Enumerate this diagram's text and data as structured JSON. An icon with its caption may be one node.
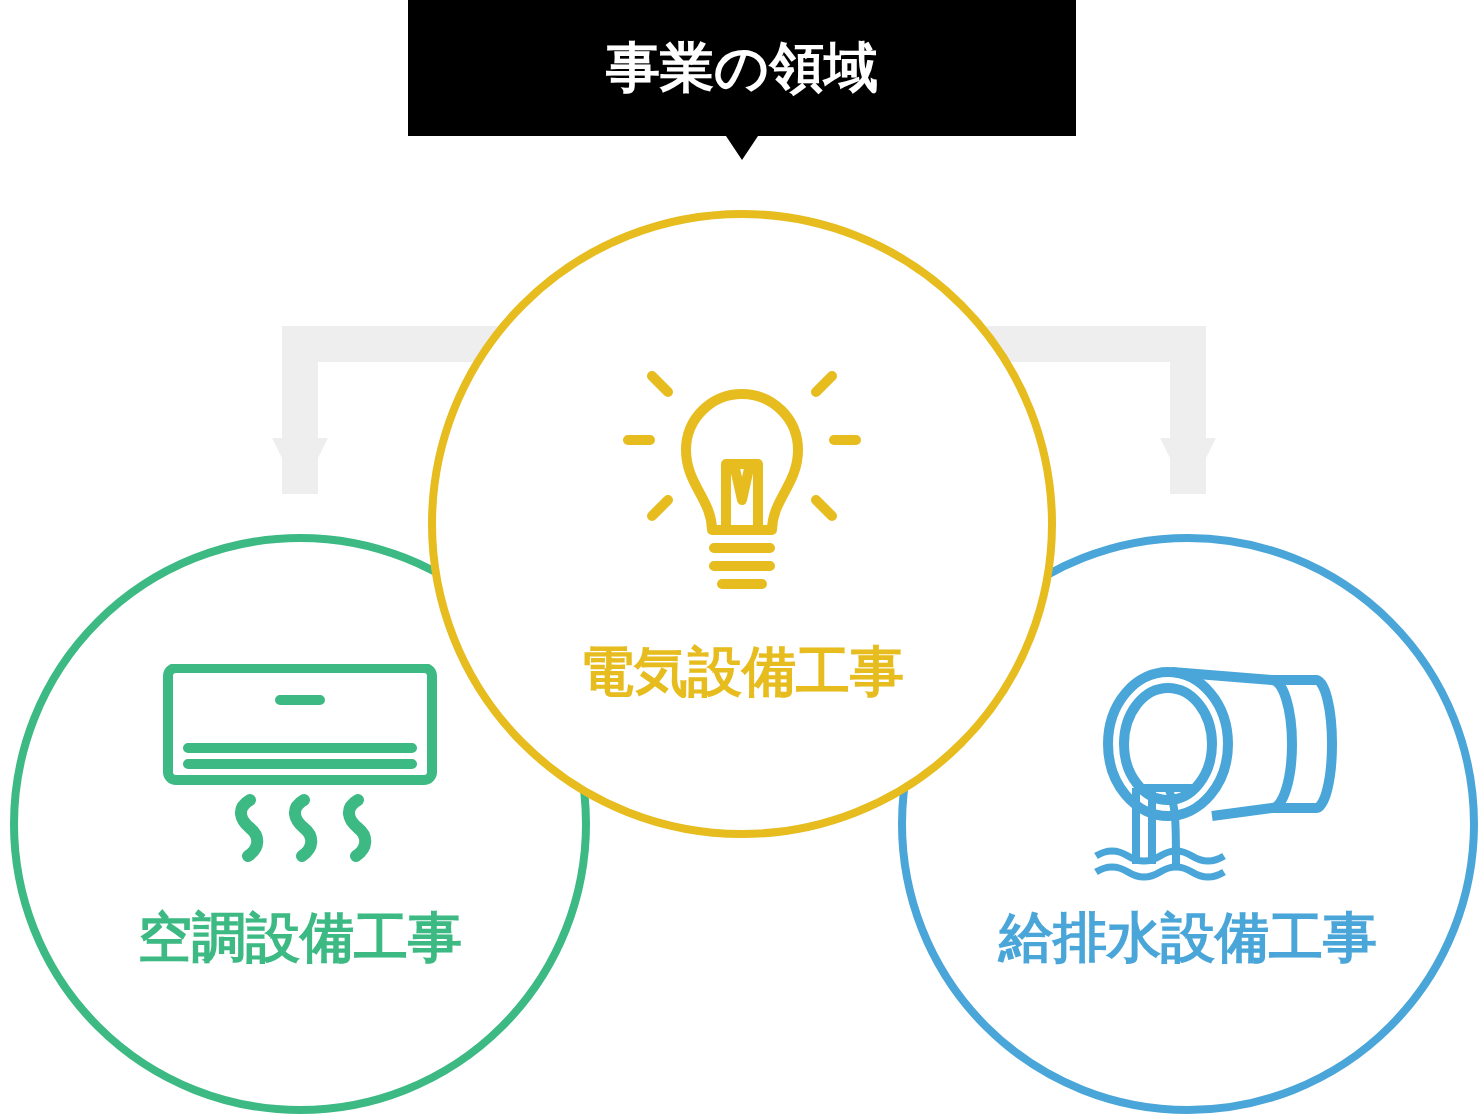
{
  "diagram": {
    "nodes": [
      {
        "text": [
          "事業の領域"
        ]
      },
      {
        "text": [
          "電気設備工事"
        ]
      },
      {
        "text": [
          "空調設備工事"
        ]
      },
      {
        "text": [
          "給排水設備工事"
        ]
      }
    ],
    "edges": [
      {
        "from": 1,
        "to": 2,
        "arrow": "to"
      },
      {
        "from": 1,
        "to": 3,
        "arrow": "to"
      }
    ]
  }
}
